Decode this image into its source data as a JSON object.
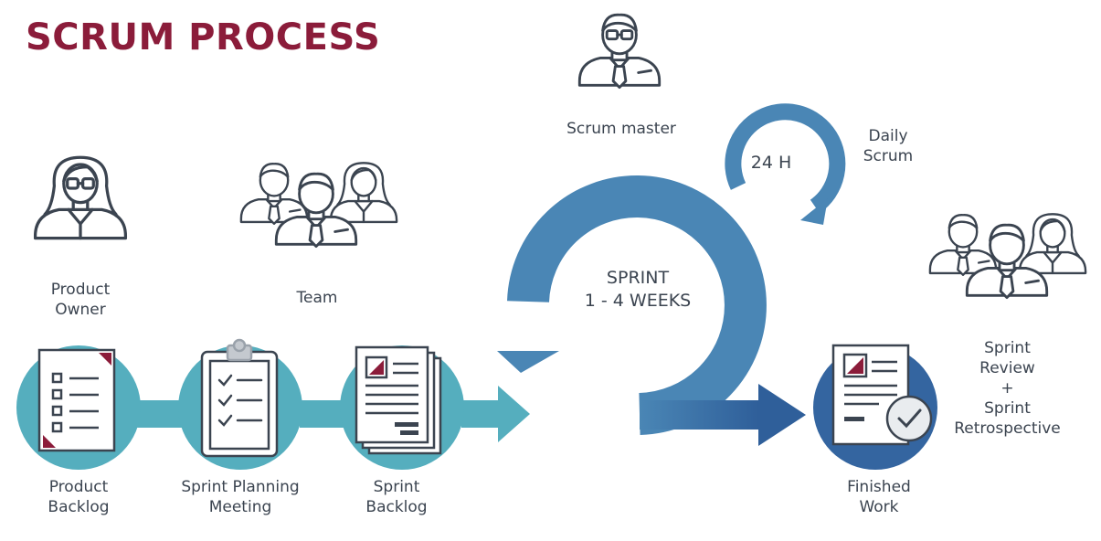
{
  "title": "SCRUM PROCESS",
  "roles": {
    "product_owner": [
      "Product",
      "Owner"
    ],
    "team": "Team",
    "scrum_master": "Scrum master"
  },
  "cycle": {
    "daily": "24 H",
    "daily_label": [
      "Daily",
      "Scrum"
    ],
    "sprint": [
      "SPRINT",
      "1 - 4 WEEKS"
    ]
  },
  "steps": {
    "product_backlog": [
      "Product",
      "Backlog"
    ],
    "sprint_planning": [
      "Sprint Planning",
      "Meeting"
    ],
    "sprint_backlog": [
      "Sprint",
      "Backlog"
    ],
    "finished_work": [
      "Finished",
      "Work"
    ]
  },
  "review": [
    "Sprint",
    "Review",
    "+",
    "Sprint",
    "Retrospective"
  ],
  "colors": {
    "title": "#8b1c3a",
    "teal": "#55aebe",
    "blue": "#4a86b5",
    "dark_blue": "#3465a0",
    "icon_stroke": "#3b4450",
    "accent": "#8b1c3a"
  }
}
